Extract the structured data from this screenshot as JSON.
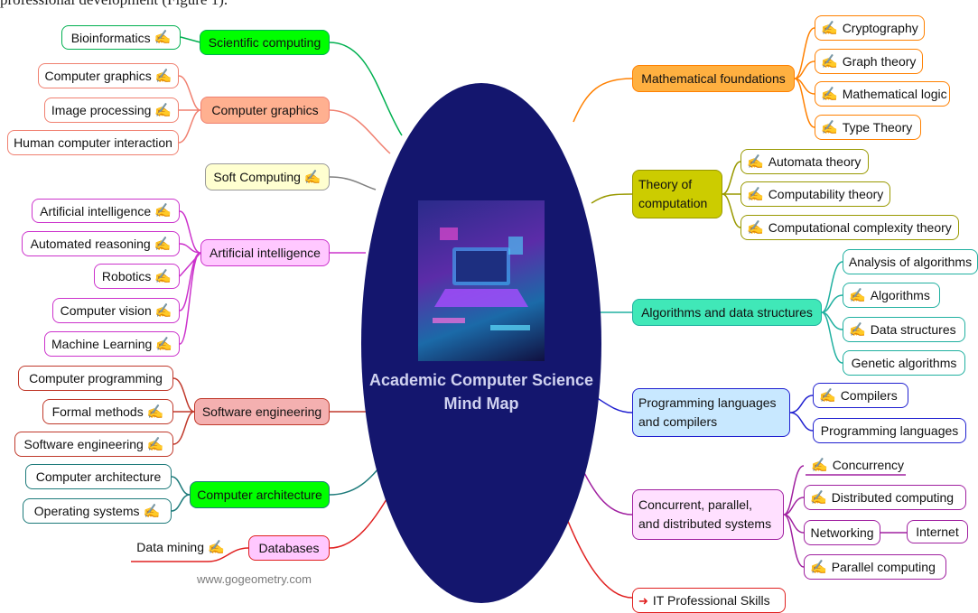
{
  "caption_fragment": "professional development (Figure 1).",
  "center": {
    "title_line1": "Academic Computer Science",
    "title_line2": "Mind Map",
    "image_alt": "laptop illustration"
  },
  "watermark": "www.gogeometry.com",
  "colors": {
    "ellipse": "#14166e",
    "scientific_computing": "#00b050",
    "computer_graphics": "#f08070",
    "soft_computing": "#808080",
    "artificial_intelligence": "#cc33cc",
    "software_engineering": "#c0392b",
    "computer_architecture": "#1d7a7a",
    "databases": "#e02020",
    "mathematical_foundations": "#ff8000",
    "theory_of_computation": "#999900",
    "algorithms": "#20b0a0",
    "programming_languages": "#2020d0",
    "concurrent": "#a020a0",
    "it_professional": "#e02020"
  },
  "nodes": {
    "scientific_computing": "Scientific computing",
    "bioinformatics": "Bioinformatics",
    "computer_graphics": "Computer graphics",
    "cg_computer_graphics": "Computer graphics",
    "image_processing": "Image processing",
    "hci": "Human computer interaction",
    "soft_computing": "Soft Computing",
    "artificial_intelligence": "Artificial intelligence",
    "ai_artificial_intelligence": "Artificial intelligence",
    "automated_reasoning": "Automated reasoning",
    "robotics": "Robotics",
    "computer_vision": "Computer vision",
    "machine_learning": "Machine Learning",
    "software_engineering": "Software engineering",
    "computer_programming": "Computer programming",
    "formal_methods": "Formal methods",
    "se_software_engineering": "Software engineering",
    "computer_architecture": "Computer architecture",
    "ca_computer_architecture": "Computer architecture",
    "operating_systems": "Operating systems",
    "databases": "Databases",
    "data_mining": "Data mining",
    "mathematical_foundations": "Mathematical foundations",
    "cryptography": "Cryptography",
    "graph_theory": "Graph theory",
    "mathematical_logic": "Mathematical logic",
    "type_theory": "Type Theory",
    "theory_of_computation": "Theory of\ncomputation",
    "automata_theory": "Automata theory",
    "computability_theory": "Computability theory",
    "computational_complexity": "Computational complexity theory",
    "algorithms_and_data_structures": "Algorithms and data structures",
    "analysis_of_algorithms": "Analysis of algorithms",
    "algorithms": "Algorithms",
    "data_structures": "Data structures",
    "genetic_algorithms": "Genetic algorithms",
    "programming_languages_and_compilers": "Programming languages\nand compilers",
    "compilers": "Compilers",
    "programming_languages": "Programming languages",
    "concurrent_parallel_distributed": "Concurrent, parallel,\nand distributed systems",
    "concurrency": "Concurrency",
    "distributed_computing": "Distributed computing",
    "networking": "Networking",
    "internet": "Internet",
    "parallel_computing": "Parallel computing",
    "it_professional_skills": "IT Professional Skills"
  },
  "icons": {
    "note": "pencil-note-icon",
    "link": "arrow-link-icon"
  }
}
